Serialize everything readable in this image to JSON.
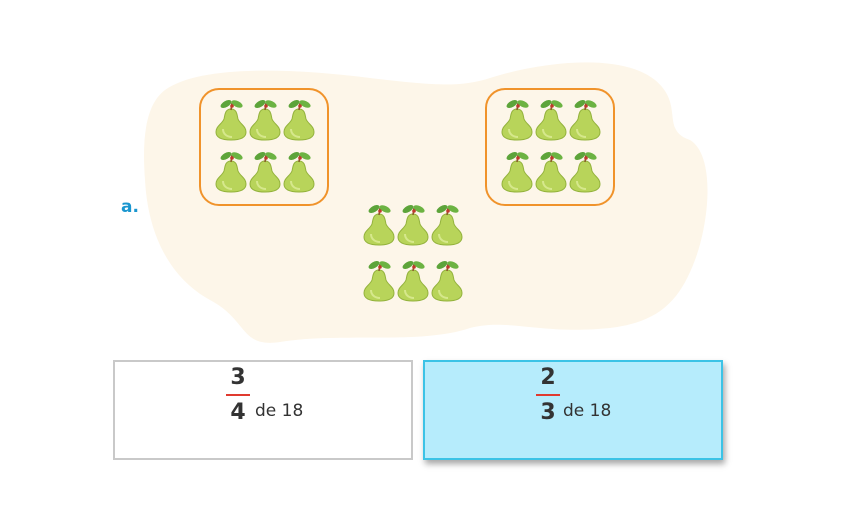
{
  "question": {
    "label": "a."
  },
  "illustration": {
    "icon": "pear-icon",
    "colors": {
      "background": "#fdf6e9",
      "group_border": "#f0932b",
      "pear": "#b8d45a"
    }
  },
  "options": [
    {
      "numerator": "3",
      "denominator": "4",
      "text": "de 18",
      "selected": false
    },
    {
      "numerator": "2",
      "denominator": "3",
      "text": "de 18",
      "selected": true
    }
  ],
  "colors": {
    "accent": "#1a96cf",
    "selected_fill": "#b6ecfc",
    "selected_border": "#3cc3e6",
    "fraction_bar": "#e03a2f"
  }
}
